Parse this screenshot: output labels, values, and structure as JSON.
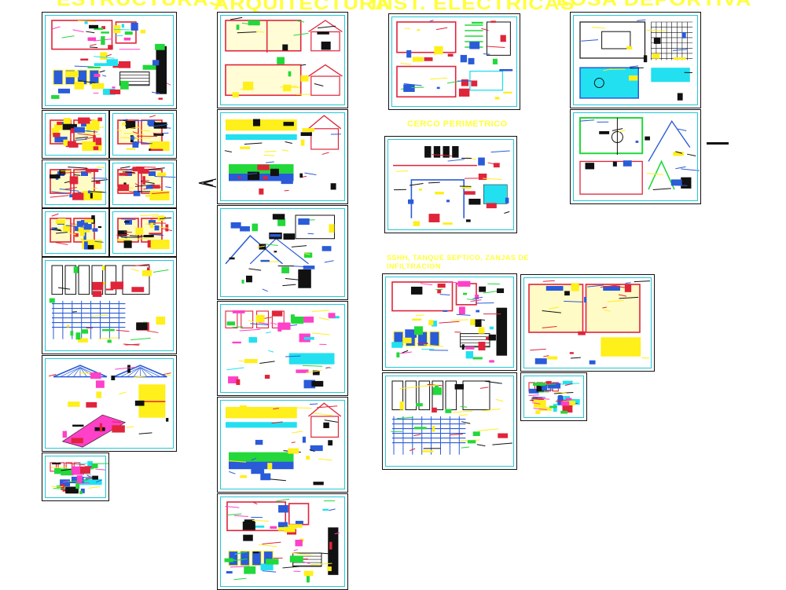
{
  "sections": {
    "structures": "ESTRUCTURAS",
    "architecture": "ARQUITECTURA",
    "electrical": "INST. ELECTRICAS",
    "sports": "LOSA DEPORTIVA",
    "perimeter_fence": "CERCO PERIMETRICO",
    "sanitary_line1": "SSHH, TANQUE SEPTICO, ZANJAS DE",
    "sanitary_line2": "INFILTRACION"
  },
  "icons": {
    "nav": "chevron-left-icon"
  },
  "colors": {
    "heading": "#ffff3a",
    "frame": "#22c8d8",
    "wall": "#e0243a",
    "hatch": "#ffef1a",
    "structure": "#2a5bd8",
    "accent_pink": "#ff40c8",
    "accent_green": "#22d83a",
    "accent_cyan": "#22e0f0"
  }
}
